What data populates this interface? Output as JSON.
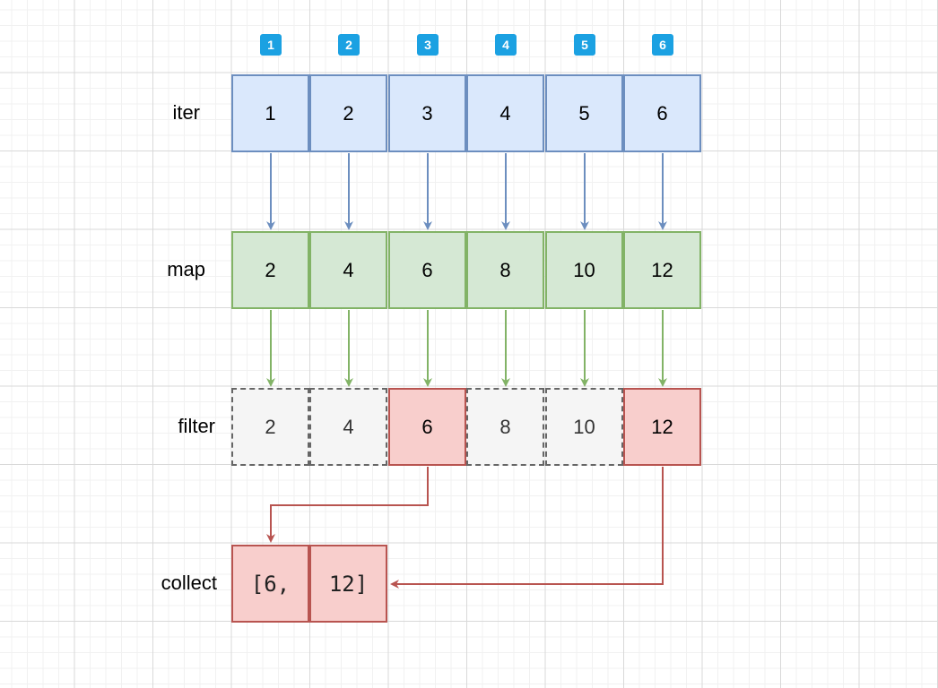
{
  "badges": [
    "1",
    "2",
    "3",
    "4",
    "5",
    "6"
  ],
  "rows": {
    "iter": {
      "label": "iter",
      "values": [
        "1",
        "2",
        "3",
        "4",
        "5",
        "6"
      ]
    },
    "map": {
      "label": "map",
      "values": [
        "2",
        "4",
        "6",
        "8",
        "10",
        "12"
      ]
    },
    "filter": {
      "label": "filter",
      "values": [
        "2",
        "4",
        "6",
        "8",
        "10",
        "12"
      ],
      "kept": [
        false,
        false,
        true,
        false,
        false,
        true
      ]
    },
    "collect": {
      "label": "collect",
      "values": [
        "[6,",
        "12]"
      ]
    }
  },
  "colors": {
    "badge": "#1ba1e2",
    "iter_fill": "#dae8fc",
    "iter_stroke": "#6c8ebf",
    "map_fill": "#d5e8d4",
    "map_stroke": "#82b366",
    "kept_fill": "#f8cecc",
    "kept_stroke": "#b85450",
    "dropped_fill": "#f5f5f5",
    "dropped_stroke": "#666666"
  }
}
